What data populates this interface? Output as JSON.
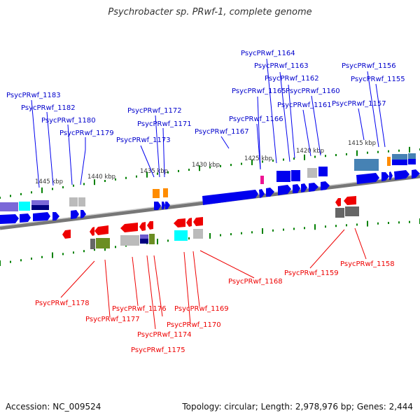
{
  "title": "Psychrobacter sp. PRwf-1, complete genome",
  "footer": {
    "accession": "Accession: NC_009524",
    "summary": "Topology: circular; Length: 2,978,976 bp; Genes: 2,444"
  },
  "colors": {
    "forward_gene": "#0000ee",
    "reverse_gene": "#ee0000",
    "forward_label": "#0000cc",
    "reverse_label": "#ee0000",
    "tick": "#008000",
    "backbone": "#888888"
  },
  "kbp_ticks": [
    "1445 kbp",
    "1440 kbp",
    "1435 kbp",
    "1430 kbp",
    "1425 kbp",
    "1420 kbp",
    "1415 kbp"
  ],
  "forward_labels": [
    "PsycPRwf_1183",
    "PsycPRwf_1182",
    "PsycPRwf_1180",
    "PsycPRwf_1179",
    "PsycPRwf_1172",
    "PsycPRwf_1171",
    "PsycPRwf_1173",
    "PsycPRwf_1167",
    "PsycPRwf_1166",
    "PsycPRwf_1165",
    "PsycPRwf_1164",
    "PsycPRwf_1163",
    "PsycPRwf_1162",
    "PsycPRwf_1160",
    "PsycPRwf_1161",
    "PsycPRwf_1157",
    "PsycPRwf_1156",
    "PsycPRwf_1155"
  ],
  "reverse_labels": [
    "PsycPRwf_1178",
    "PsycPRwf_1177",
    "PsycPRwf_1176",
    "PsycPRwf_1174",
    "PsycPRwf_1175",
    "PsycPRwf_1169",
    "PsycPRwf_1170",
    "PsycPRwf_1168",
    "PsycPRwf_1159",
    "PsycPRwf_1158"
  ]
}
